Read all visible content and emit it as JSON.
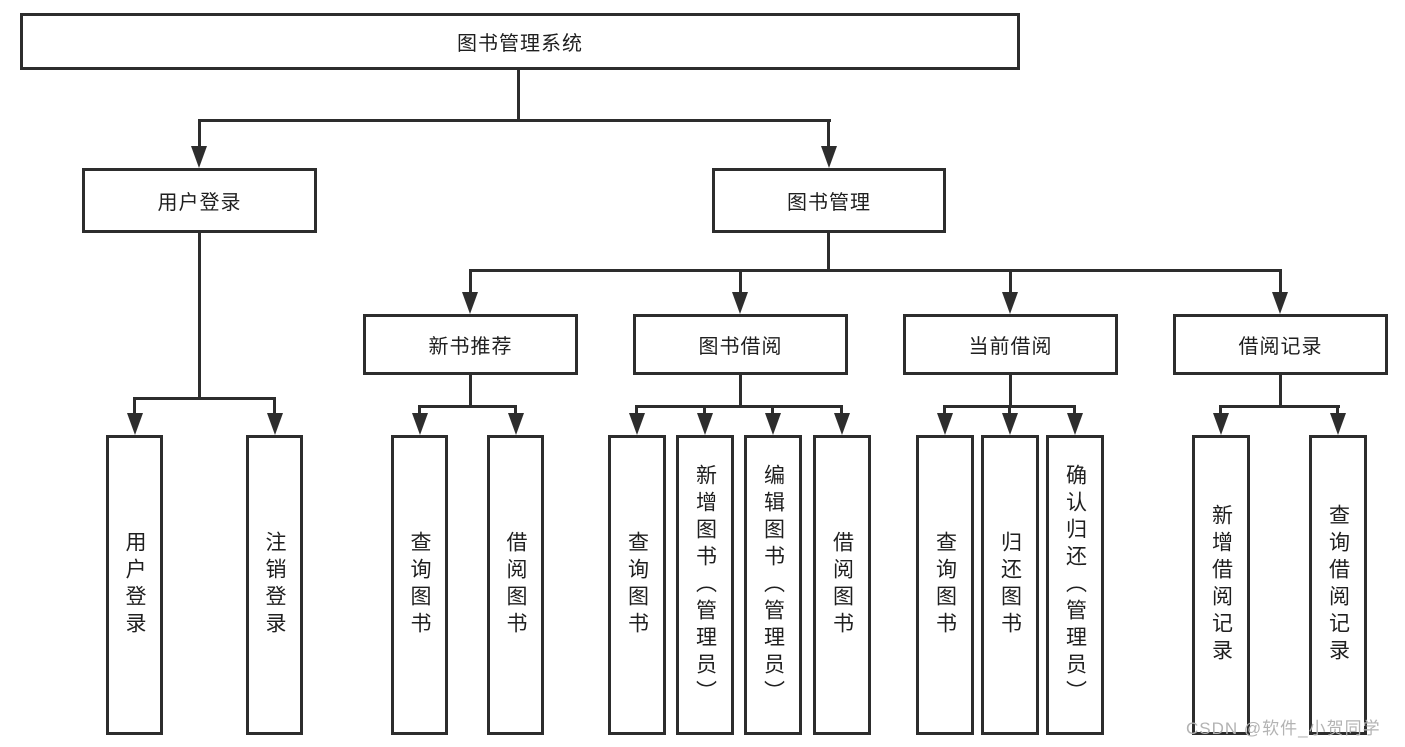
{
  "diagram": {
    "title": "图书管理系统",
    "watermark": "CSDN @软件_小贺同学",
    "colors": {
      "line": "#2d2d2d",
      "box_border": "#2d2d2d",
      "text": "#1f1f1f",
      "watermark": "#b3b3b3",
      "background": "#ffffff"
    },
    "nodes": {
      "root": {
        "label": "图书管理系统"
      },
      "level2": [
        {
          "label": "用户登录"
        },
        {
          "label": "图书管理"
        }
      ],
      "level3": [
        {
          "label": "新书推荐"
        },
        {
          "label": "图书借阅"
        },
        {
          "label": "当前借阅"
        },
        {
          "label": "借阅记录"
        }
      ],
      "leaves": {
        "user": [
          "用户登录",
          "注销登录"
        ],
        "new_book": [
          "查询图书",
          "借阅图书"
        ],
        "book_borrow": [
          "查询图书",
          "新增图书（管理员）",
          "编辑图书（管理员）",
          "借阅图书"
        ],
        "current_borrow": [
          "查询图书",
          "归还图书",
          "确认归还（管理员）"
        ],
        "borrow_records": [
          "新增借阅记录",
          "查询借阅记录"
        ]
      }
    }
  }
}
